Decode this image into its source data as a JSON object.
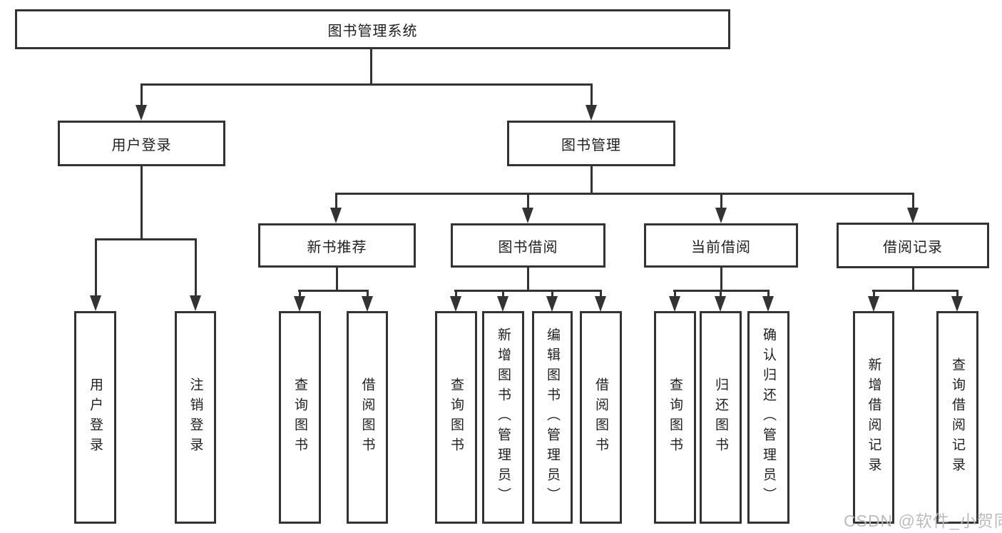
{
  "diagram": {
    "root": "图书管理系统",
    "level2": {
      "user_login": "用户登录",
      "book_mgmt": "图书管理"
    },
    "level3": {
      "new_books": "新书推荐",
      "book_borrow": "图书借阅",
      "current_borrow": "当前借阅",
      "borrow_records": "借阅记录"
    },
    "leaves": {
      "user_login": [
        "用户登录",
        "注销登录"
      ],
      "new_books": [
        "查询图书",
        "借阅图书"
      ],
      "book_borrow": [
        "查询图书",
        "新增图书（管理员）",
        "编辑图书（管理员）",
        "借阅图书"
      ],
      "current_borrow": [
        "查询图书",
        "归还图书",
        "确认归还（管理员）"
      ],
      "borrow_records": [
        "新增借阅记录",
        "查询借阅记录"
      ]
    },
    "hierarchy": {
      "图书管理系统": {
        "用户登录": [
          "用户登录",
          "注销登录"
        ],
        "图书管理": {
          "新书推荐": [
            "查询图书",
            "借阅图书"
          ],
          "图书借阅": [
            "查询图书",
            "新增图书（管理员）",
            "编辑图书（管理员）",
            "借阅图书"
          ],
          "当前借阅": [
            "查询图书",
            "归还图书",
            "确认归还（管理员）"
          ],
          "借阅记录": [
            "新增借阅记录",
            "查询借阅记录"
          ]
        }
      }
    }
  },
  "watermark": {
    "text": "CSDN @软件_小贺同学"
  },
  "colors": {
    "line": "#333333",
    "text": "#1f1f1f",
    "watermark": "#b9b9b9",
    "background": "#ffffff"
  }
}
